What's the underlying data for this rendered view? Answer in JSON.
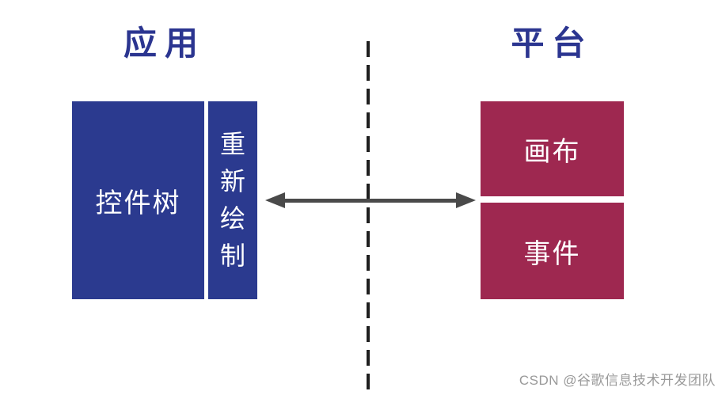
{
  "diagram": {
    "application": {
      "title": "应用",
      "widget_tree_label": "控件树",
      "repaint_label": "重新绘制",
      "repaint_chars": [
        "重",
        "新",
        "绘",
        "制"
      ]
    },
    "platform": {
      "title": "平台",
      "canvas_label": "画布",
      "events_label": "事件"
    },
    "colors": {
      "background": "#ffffff",
      "app_box": "#2b3a8f",
      "platform_box": "#9e2850",
      "title_text": "#2b3590",
      "box_text": "#ffffff",
      "arrow": "#4a4a4a",
      "divider": "#1f1f1f",
      "watermark_text": "#999999"
    }
  },
  "watermark": {
    "text": "CSDN @谷歌信息技术开发团队"
  }
}
